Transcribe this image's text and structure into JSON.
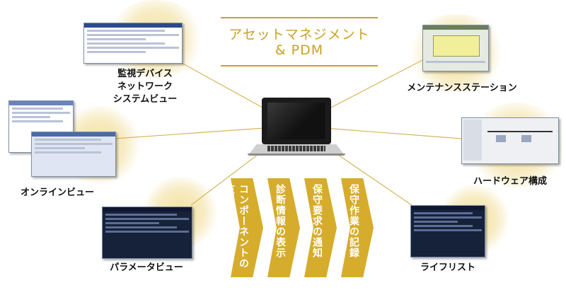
{
  "title": {
    "line1": "アセットマネジメント",
    "line2": "& PDM"
  },
  "nodes": {
    "monitor": [
      "監視デバイス",
      "ネットワーク",
      "システムビュー"
    ],
    "maintenance": "メンテナンスステーション",
    "online": "オンラインビュー",
    "hardware": "ハードウェア構成",
    "parameter": "パラメータビュー",
    "lifelist": "ライフリスト"
  },
  "steps": [
    "コンポーネントの監視",
    "診断情報の表示",
    "保守要求の通知",
    "保守作業の記録"
  ],
  "colors": {
    "gold": "#c9a227",
    "arrow": "#d6ac2c",
    "blob": "#f3e2a0"
  }
}
